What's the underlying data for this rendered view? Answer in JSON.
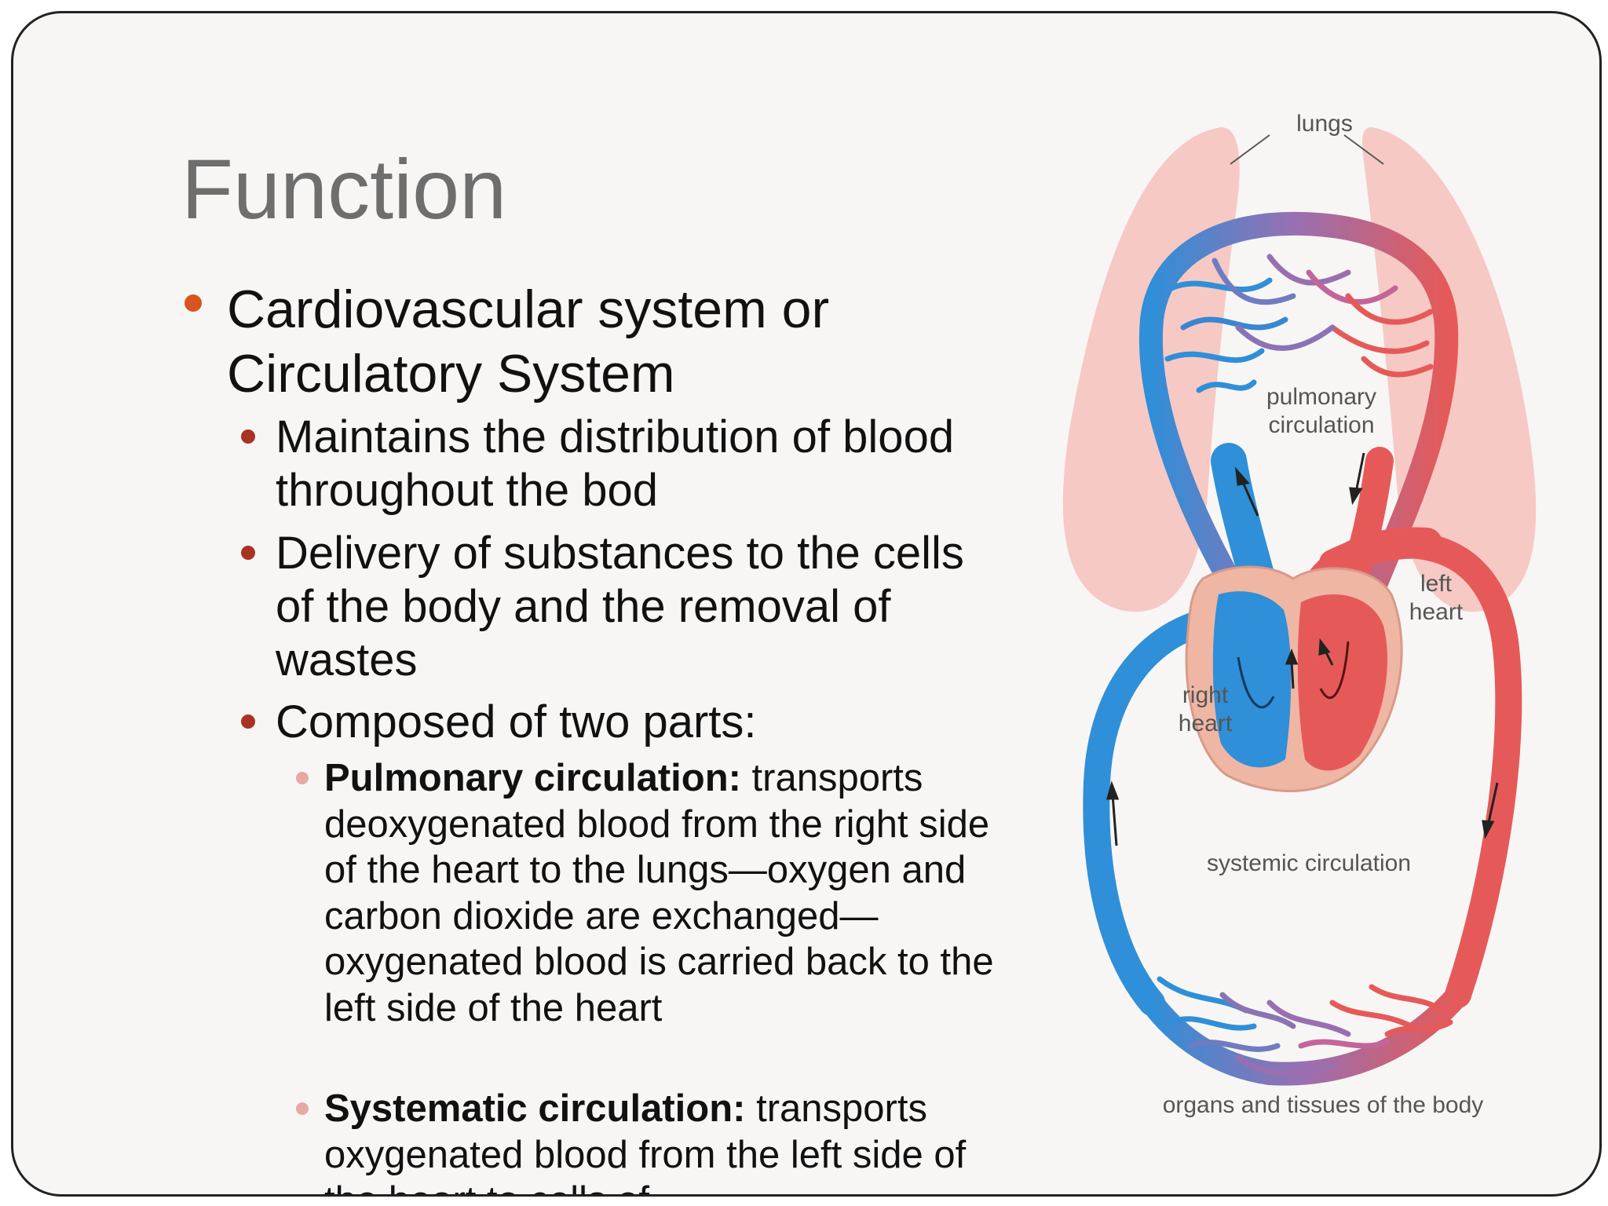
{
  "slide": {
    "title": "Function",
    "bullet1": "Cardiovascular system or Circulatory System",
    "sub_bullets": [
      "Maintains the distribution of blood throughout the bod",
      "Delivery of substances to the cells of the body and the removal of wastes",
      "Composed of two parts:"
    ],
    "parts": [
      {
        "term": "Pulmonary circulation:",
        "text": " transports deoxygenated blood from the right side of the heart to the lungs—oxygen and carbon dioxide are exchanged—oxygenated blood is carried back to the left side of the heart"
      },
      {
        "term": "Systematic circulation:",
        "text": " transports oxygenated blood from the left side of the heart to cells of"
      }
    ]
  },
  "diagram": {
    "labels": {
      "lungs": "lungs",
      "pulmonary_1": "pulmonary",
      "pulmonary_2": "circulation",
      "left_1": "left",
      "left_2": "heart",
      "right_1": "right",
      "right_2": "heart",
      "systemic": "systemic circulation",
      "organs": "organs and tissues of the body"
    },
    "colors": {
      "lungs": "#f7c9c4",
      "deoxygenated": "#2f8fd8",
      "oxygenated": "#e55a58",
      "heart_wall": "#efb6a4"
    }
  }
}
